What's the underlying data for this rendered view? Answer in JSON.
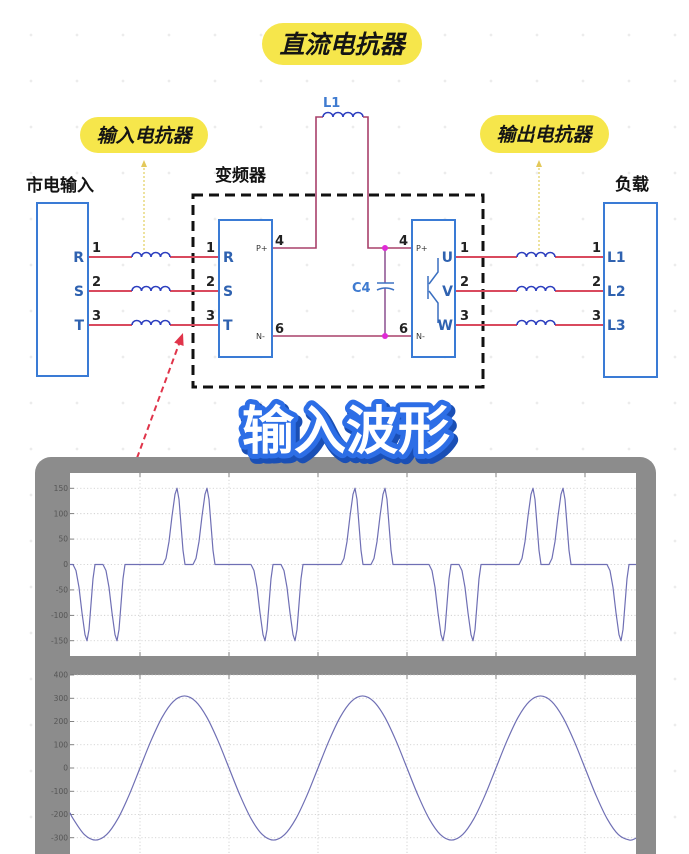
{
  "diagram": {
    "dc_reactor_title": "直流电抗器",
    "input_reactor_label": "输入电抗器",
    "output_reactor_label": "输出电抗器",
    "mains_input_label": "市电输入",
    "inverter_label": "变频器",
    "load_label": "负载",
    "dc_inductor": "L1",
    "dc_capacitor": "C4",
    "mains": {
      "terminals": [
        "R",
        "S",
        "T"
      ],
      "pins": [
        "1",
        "2",
        "3"
      ]
    },
    "rectifier": {
      "terminals": [
        "R",
        "S",
        "T"
      ],
      "pins": [
        "1",
        "2",
        "3"
      ],
      "dc_pos_label": "P+",
      "dc_neg_label": "N-",
      "dc_pos_pin": "4",
      "dc_neg_pin": "6"
    },
    "inverter": {
      "terminals": [
        "U",
        "V",
        "W"
      ],
      "pins": [
        "1",
        "2",
        "3"
      ],
      "dc_pos_label": "P+",
      "dc_neg_label": "N-",
      "dc_pos_pin": "4",
      "dc_neg_pin": "6"
    },
    "load": {
      "terminals": [
        "L1",
        "L2",
        "L3"
      ],
      "pins": [
        "1",
        "2",
        "3"
      ]
    },
    "colors": {
      "pill_yellow": "#f6e64b",
      "box_blue": "#3a7bd5",
      "wire_red": "#d94a5e",
      "coil_blue": "#2d3fbf",
      "junction_magenta": "#e02ad6",
      "pointer_red": "#e0344a",
      "title_blue": "#2d6ee6"
    }
  },
  "waveform_title": "输入波形",
  "chart_data": [
    {
      "type": "line",
      "title": "",
      "xlabel": "",
      "ylabel": "",
      "xlim": [
        0,
        566
      ],
      "ylim": [
        -180,
        180
      ],
      "yticks": [
        150,
        100,
        50,
        0,
        -50,
        -100,
        -150
      ],
      "xgrid": [
        70,
        159,
        248,
        337,
        426,
        515
      ],
      "grid": true,
      "series": [
        {
          "color": "#6f6fb4",
          "points": [
            [
              0,
              0
            ],
            [
              3,
              0
            ],
            [
              6,
              -12
            ],
            [
              9,
              -45
            ],
            [
              12,
              -95
            ],
            [
              15,
              -138
            ],
            [
              17,
              -150
            ],
            [
              19,
              -128
            ],
            [
              21,
              -78
            ],
            [
              23,
              -28
            ],
            [
              25,
              0
            ],
            [
              33,
              0
            ],
            [
              36,
              -12
            ],
            [
              39,
              -45
            ],
            [
              42,
              -95
            ],
            [
              45,
              -138
            ],
            [
              47,
              -150
            ],
            [
              49,
              -128
            ],
            [
              51,
              -78
            ],
            [
              53,
              -28
            ],
            [
              55,
              0
            ],
            [
              93,
              0
            ],
            [
              96,
              12
            ],
            [
              99,
              45
            ],
            [
              102,
              95
            ],
            [
              105,
              138
            ],
            [
              107,
              150
            ],
            [
              109,
              128
            ],
            [
              111,
              78
            ],
            [
              113,
              28
            ],
            [
              115,
              0
            ],
            [
              123,
              0
            ],
            [
              126,
              12
            ],
            [
              129,
              45
            ],
            [
              132,
              95
            ],
            [
              135,
              138
            ],
            [
              137,
              150
            ],
            [
              139,
              128
            ],
            [
              141,
              78
            ],
            [
              143,
              28
            ],
            [
              145,
              0
            ],
            [
              181,
              0
            ],
            [
              184,
              -12
            ],
            [
              187,
              -45
            ],
            [
              190,
              -95
            ],
            [
              193,
              -138
            ],
            [
              195,
              -150
            ],
            [
              197,
              -128
            ],
            [
              199,
              -78
            ],
            [
              201,
              -28
            ],
            [
              203,
              0
            ],
            [
              211,
              0
            ],
            [
              214,
              -12
            ],
            [
              217,
              -45
            ],
            [
              220,
              -95
            ],
            [
              223,
              -138
            ],
            [
              225,
              -150
            ],
            [
              227,
              -128
            ],
            [
              229,
              -78
            ],
            [
              231,
              -28
            ],
            [
              233,
              0
            ],
            [
              271,
              0
            ],
            [
              274,
              12
            ],
            [
              277,
              45
            ],
            [
              280,
              95
            ],
            [
              283,
              138
            ],
            [
              285,
              150
            ],
            [
              287,
              128
            ],
            [
              289,
              78
            ],
            [
              291,
              28
            ],
            [
              293,
              0
            ],
            [
              301,
              0
            ],
            [
              304,
              12
            ],
            [
              307,
              45
            ],
            [
              310,
              95
            ],
            [
              313,
              138
            ],
            [
              315,
              150
            ],
            [
              317,
              128
            ],
            [
              319,
              78
            ],
            [
              321,
              28
            ],
            [
              323,
              0
            ],
            [
              359,
              0
            ],
            [
              362,
              -12
            ],
            [
              365,
              -45
            ],
            [
              368,
              -95
            ],
            [
              371,
              -138
            ],
            [
              373,
              -150
            ],
            [
              375,
              -128
            ],
            [
              377,
              -78
            ],
            [
              379,
              -28
            ],
            [
              381,
              0
            ],
            [
              389,
              0
            ],
            [
              392,
              -12
            ],
            [
              395,
              -45
            ],
            [
              398,
              -95
            ],
            [
              401,
              -138
            ],
            [
              403,
              -150
            ],
            [
              405,
              -128
            ],
            [
              407,
              -78
            ],
            [
              409,
              -28
            ],
            [
              411,
              0
            ],
            [
              449,
              0
            ],
            [
              452,
              12
            ],
            [
              455,
              45
            ],
            [
              458,
              95
            ],
            [
              461,
              138
            ],
            [
              463,
              150
            ],
            [
              465,
              128
            ],
            [
              467,
              78
            ],
            [
              469,
              28
            ],
            [
              471,
              0
            ],
            [
              479,
              0
            ],
            [
              482,
              12
            ],
            [
              485,
              45
            ],
            [
              488,
              95
            ],
            [
              491,
              138
            ],
            [
              493,
              150
            ],
            [
              495,
              128
            ],
            [
              497,
              78
            ],
            [
              499,
              28
            ],
            [
              501,
              0
            ],
            [
              537,
              0
            ],
            [
              540,
              -12
            ],
            [
              543,
              -45
            ],
            [
              546,
              -95
            ],
            [
              549,
              -138
            ],
            [
              551,
              -150
            ],
            [
              553,
              -128
            ],
            [
              555,
              -78
            ],
            [
              557,
              -28
            ],
            [
              559,
              0
            ],
            [
              566,
              0
            ]
          ]
        }
      ]
    },
    {
      "type": "line",
      "title": "",
      "xlabel": "",
      "ylabel": "",
      "xlim": [
        0,
        566
      ],
      "ylim": [
        -400,
        400
      ],
      "yticks": [
        400,
        300,
        200,
        100,
        0,
        -100,
        -200,
        -300
      ],
      "xgrid": [
        70,
        159,
        248,
        337,
        426,
        515
      ],
      "grid": true,
      "series": [
        {
          "color": "#6f6fb4",
          "smooth": true,
          "points": [
            [
              0,
              -192.6
            ],
            [
              3.25,
              -219.2
            ],
            [
              14.38,
              -286.4
            ],
            [
              25.5,
              -310
            ],
            [
              36.63,
              -286.4
            ],
            [
              47.75,
              -219.2
            ],
            [
              58.88,
              -118.6
            ],
            [
              70,
              0
            ],
            [
              81.13,
              118.6
            ],
            [
              92.25,
              219.2
            ],
            [
              103.38,
              286.4
            ],
            [
              114.5,
              310
            ],
            [
              125.63,
              286.4
            ],
            [
              136.75,
              219.2
            ],
            [
              147.88,
              118.6
            ],
            [
              159,
              0
            ],
            [
              170.13,
              -118.6
            ],
            [
              181.25,
              -219.2
            ],
            [
              192.38,
              -286.4
            ],
            [
              203.5,
              -310
            ],
            [
              214.63,
              -286.4
            ],
            [
              225.75,
              -219.2
            ],
            [
              236.88,
              -118.6
            ],
            [
              248,
              0
            ],
            [
              259.13,
              118.6
            ],
            [
              270.25,
              219.2
            ],
            [
              281.38,
              286.4
            ],
            [
              292.5,
              310
            ],
            [
              303.63,
              286.4
            ],
            [
              314.75,
              219.2
            ],
            [
              325.88,
              118.6
            ],
            [
              337,
              0
            ],
            [
              348.13,
              -118.6
            ],
            [
              359.25,
              -219.2
            ],
            [
              370.38,
              -286.4
            ],
            [
              381.5,
              -310
            ],
            [
              392.63,
              -286.4
            ],
            [
              403.75,
              -219.2
            ],
            [
              414.88,
              -118.6
            ],
            [
              426,
              0
            ],
            [
              437.13,
              118.6
            ],
            [
              448.25,
              219.2
            ],
            [
              459.38,
              286.4
            ],
            [
              470.5,
              310
            ],
            [
              481.63,
              286.4
            ],
            [
              492.75,
              219.2
            ],
            [
              503.88,
              118.6
            ],
            [
              515,
              0
            ],
            [
              526.13,
              -118.6
            ],
            [
              537.25,
              -219.2
            ],
            [
              548.38,
              -286.4
            ],
            [
              559.5,
              -310
            ],
            [
              566,
              -302
            ]
          ]
        }
      ]
    }
  ]
}
